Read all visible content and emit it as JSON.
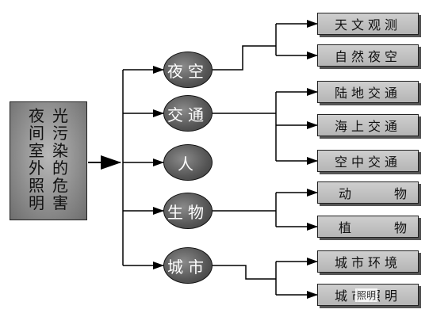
{
  "root": {
    "col1": "光污染的危害",
    "col2": "夜间室外照明"
  },
  "nodes": [
    {
      "label": "夜空"
    },
    {
      "label": "交通"
    },
    {
      "label": "人"
    },
    {
      "label": "生物"
    },
    {
      "label": "城市"
    }
  ],
  "leaves": [
    {
      "label": "天文观测"
    },
    {
      "label": "自然夜空"
    },
    {
      "label": "陆地交通"
    },
    {
      "label": "海上交通"
    },
    {
      "label": "空中交通"
    },
    {
      "left": "动",
      "right": "物"
    },
    {
      "left": "植",
      "right": "物"
    },
    {
      "label": "城市环境"
    },
    {
      "label": "城市照明"
    }
  ],
  "watermark": "照明"
}
